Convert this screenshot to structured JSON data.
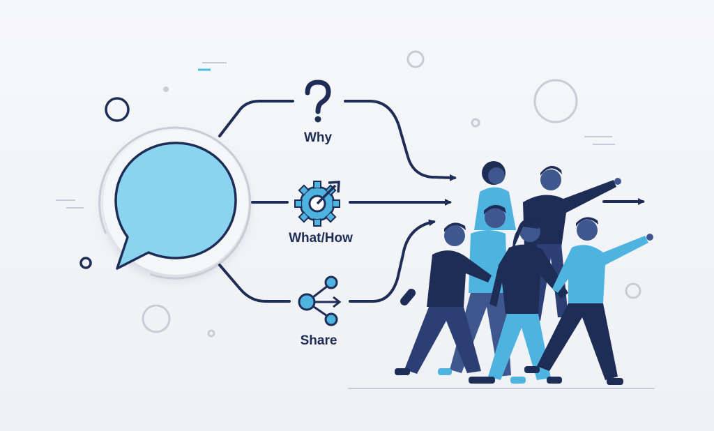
{
  "labels": {
    "why": "Why",
    "what_how": "What/How",
    "share": "Share"
  },
  "icons": {
    "center": "speech-bubble-icon",
    "why": "question-mark-icon",
    "what_how": "gear-arrow-icon",
    "share": "share-icon"
  },
  "colors": {
    "navy": "#1e2d55",
    "light_blue": "#8ad4f0",
    "mid_blue": "#4fb3e0",
    "slate": "#3f568f",
    "background": "#f3f4f7"
  }
}
